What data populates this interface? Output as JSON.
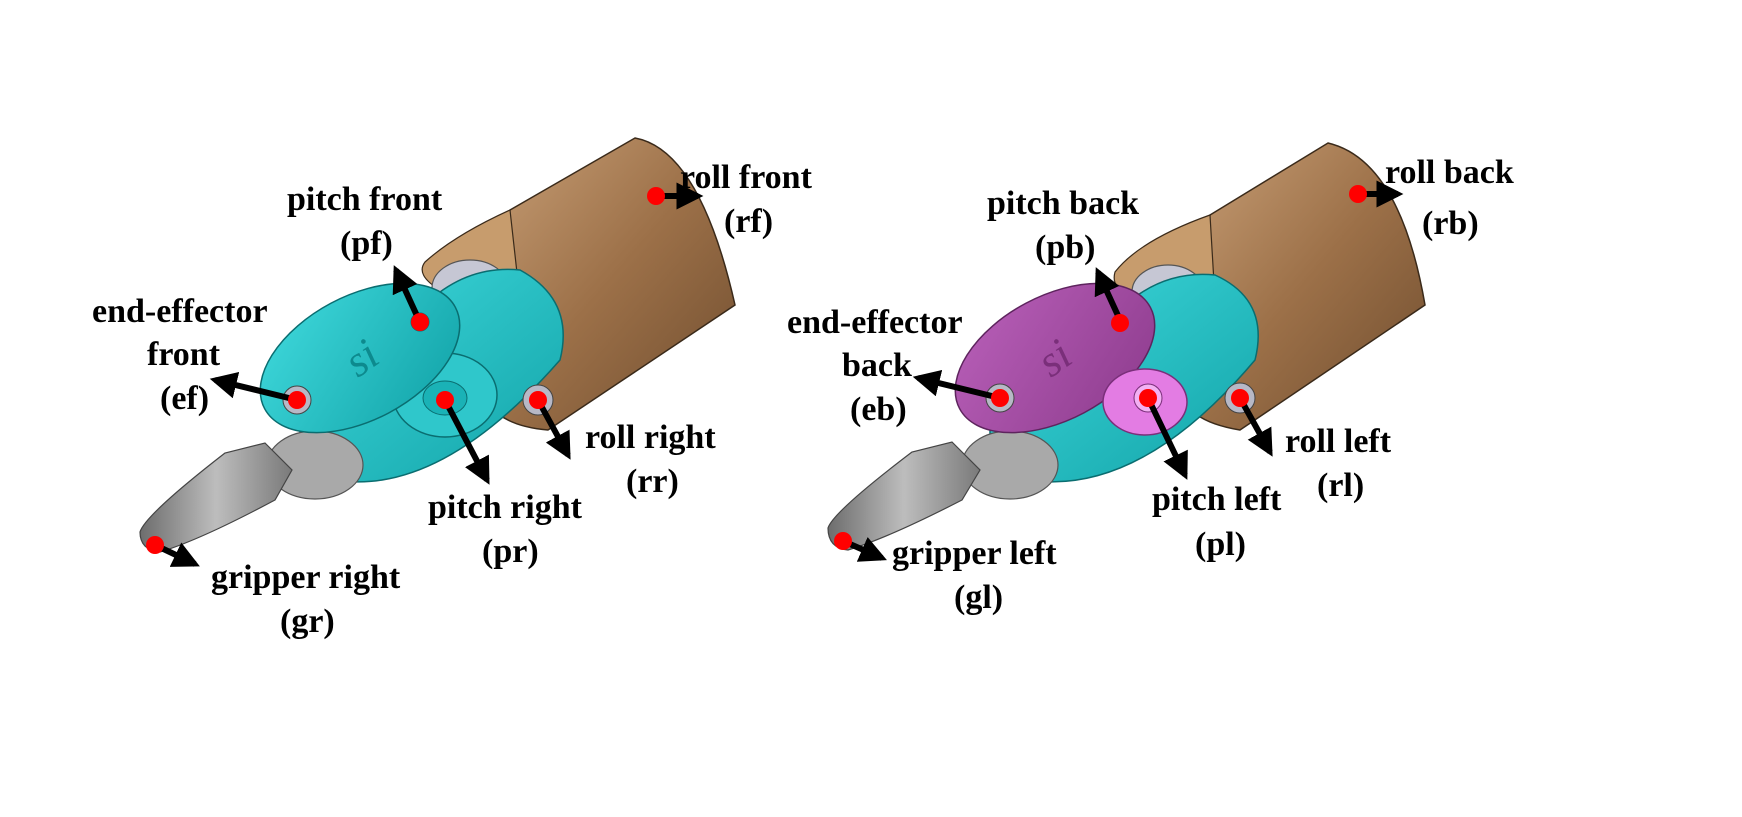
{
  "colors": {
    "body_teal": "#22c4c8",
    "body_teal_dark": "#0e8f94",
    "body_magenta": "#a94ea9",
    "body_magenta_light": "#e37ce3",
    "roll_tan": "#a0754c",
    "roll_tan_light": "#c49a6c",
    "roll_tan_dark": "#6b4a2c",
    "gripper_gray": "#8c8c8c",
    "pulley_gray": "#c9cad6",
    "marker_red": "#ff0000",
    "arrow_black": "#000000"
  },
  "logo_text": "si",
  "left_view": {
    "roll_front": {
      "line1": "roll front",
      "line2": "(rf)"
    },
    "pitch_front": {
      "line1": "pitch front",
      "line2": "(pf)"
    },
    "end_effector_front": {
      "line1": "end-effector",
      "line2": "front",
      "line3": "(ef)"
    },
    "roll_right": {
      "line1": "roll right",
      "line2": "(rr)"
    },
    "pitch_right": {
      "line1": "pitch right",
      "line2": "(pr)"
    },
    "gripper_right": {
      "line1": "gripper right",
      "line2": "(gr)"
    }
  },
  "right_view": {
    "roll_back": {
      "line1": "roll back",
      "line2": "(rb)"
    },
    "pitch_back": {
      "line1": "pitch back",
      "line2": "(pb)"
    },
    "end_effector_back": {
      "line1": "end-effector",
      "line2": "back",
      "line3": "(eb)"
    },
    "roll_left": {
      "line1": "roll left",
      "line2": "(rl)"
    },
    "pitch_left": {
      "line1": "pitch left",
      "line2": "(pl)"
    },
    "gripper_left": {
      "line1": "gripper left",
      "line2": "(gl)"
    }
  }
}
